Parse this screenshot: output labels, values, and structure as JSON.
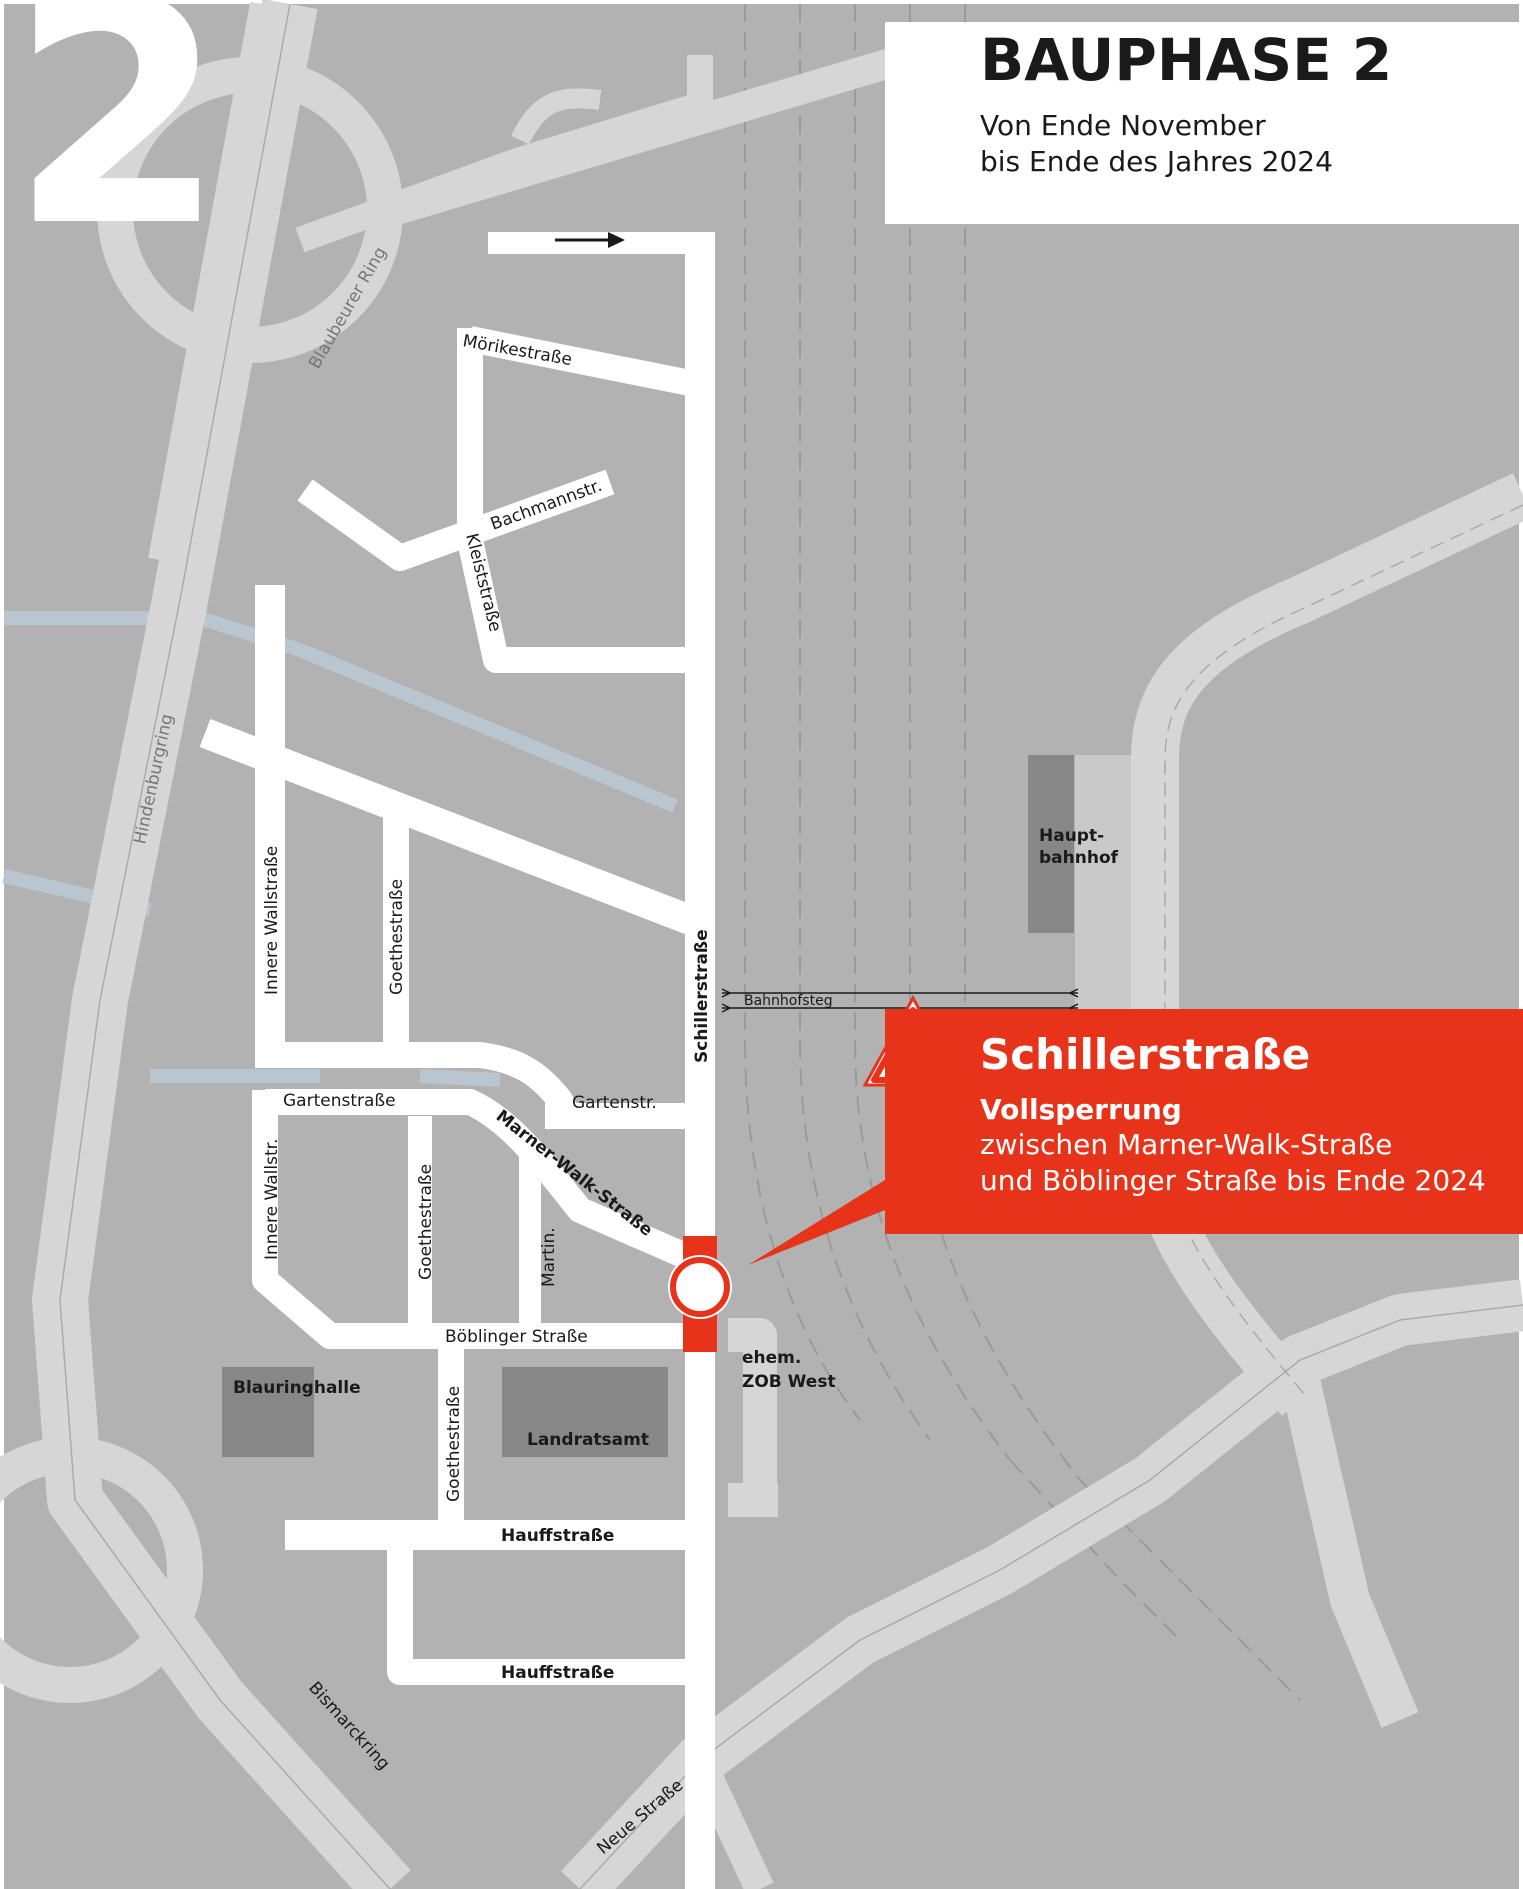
{
  "phase": {
    "number": "2",
    "title": "BAUPHASE 2",
    "line1": "Von Ende November",
    "line2": "bis Ende des Jahres 2024"
  },
  "callout": {
    "title": "Schillerstraße",
    "subtitle": "Vollsperrung",
    "line1": "zwischen Marner-Walk-Straße",
    "line2": "und Böblinger Straße bis Ende 2024",
    "color": "#e6331a"
  },
  "streets": {
    "blaubeurer_ring": "Blaubeurer Ring",
    "hindenburgring": "Hindenburgring",
    "bismarckring": "Bismarckring",
    "neue_strasse": "Neue Straße",
    "moerikestrasse": "Mörikestraße",
    "bachmannstr": "Bachmannstr.",
    "kleiststrasse": "Kleiststraße",
    "innere_wallstrasse": "Innere Wallstraße",
    "goethestrasse_north": "Goethestraße",
    "schillerstrasse": "Schillerstraße",
    "bahnhofsteg": "Bahnhofsteg",
    "gartenstrasse": "Gartenstraße",
    "gartenstr": "Gartenstr.",
    "marner_walk_strasse": "Marner-Walk-Straße",
    "innere_wallstr": "Innere Wallstr.",
    "goethestrasse_mid": "Goethestraße",
    "martin": "Martin.",
    "boeblinger_strasse": "Böblinger Straße",
    "goethestrasse_south": "Goethestraße",
    "hauffstrasse_1": "Hauffstraße",
    "hauffstrasse_2": "Hauffstraße"
  },
  "places": {
    "hauptbahnhof_1": "Haupt-",
    "hauptbahnhof_2": "bahnhof",
    "blauringhalle": "Blauringhalle",
    "landratsamt": "Landratsamt",
    "zob_1": "ehem.",
    "zob_2": "ZOB West"
  },
  "icons": {
    "closure": "no-entry-sign-icon",
    "construction": "roadwork-warning-icon",
    "direction": "arrow-right-icon"
  },
  "colors": {
    "map_background": "#b2b2b2",
    "major_road": "#d6d6d6",
    "local_road": "#ffffff",
    "water": "#b9c6cf",
    "building": "#878787",
    "closure_red": "#e6331a"
  }
}
